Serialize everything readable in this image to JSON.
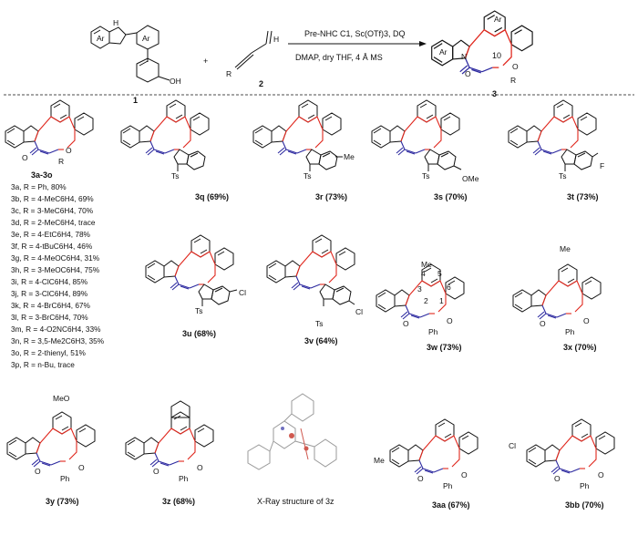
{
  "scheme": {
    "reactant1_label": "1",
    "reactant2_label": "2",
    "product_label": "3",
    "plus": "+",
    "conditions_line1": "Pre-NHC C1, Sc(OTf)3, DQ",
    "conditions_line2": "DMAP, dry THF, 4 Å MS",
    "ring_size": "10",
    "atom_ar": "Ar",
    "atom_n": "N",
    "atom_o": "O",
    "atom_h": "H",
    "atom_oh": "OH",
    "atom_r": "R",
    "atom_ts": "Ts",
    "atom_ph": "Ph",
    "atom_me": "Me",
    "atom_ome": "OMe",
    "atom_meo": "MeO",
    "atom_f": "F",
    "atom_cl": "Cl"
  },
  "series_header": "3a-3o",
  "substrate_list": [
    "3a, R = Ph, 80%",
    "3b, R = 4-MeC6H4, 69%",
    "3c, R = 3-MeC6H4, 70%",
    "3d, R = 2-MeC6H4, trace",
    "3e, R = 4-EtC6H4, 78%",
    "3f, R = 4-tBuC6H4, 46%",
    "3g, R = 4-MeOC6H4, 31%",
    "3h, R = 3-MeOC6H4, 75%",
    "3i, R = 4-ClC6H4, 85%",
    "3j, R = 3-ClC6H4, 89%",
    "3k, R = 4-BrC6H4, 67%",
    "3l, R = 3-BrC6H4, 70%",
    "3m, R = 4-O2NC6H4, 33%",
    "3n, R = 3,5-Me2C6H3, 35%",
    "3o, R = 2-thienyl, 51%",
    "3p, R = n-Bu, trace"
  ],
  "products": {
    "3q": "3q (69%)",
    "3r": "3r (73%)",
    "3s": "3s (70%)",
    "3t": "3t (73%)",
    "3u": "3u (68%)",
    "3v": "3v (64%)",
    "3w": "3w (73%)",
    "3x": "3x (70%)",
    "3y": "3y (73%)",
    "3z": "3z (68%)",
    "xray": "X-Ray structure of 3z",
    "3aa": "3aa (67%)",
    "3bb": "3bb (70%)"
  },
  "numbering_3w": [
    "1",
    "2",
    "3",
    "4",
    "5",
    "6"
  ],
  "colors": {
    "ring": "#e0261c",
    "carbonyl": "#2d2aa0",
    "ink": "#111111"
  }
}
